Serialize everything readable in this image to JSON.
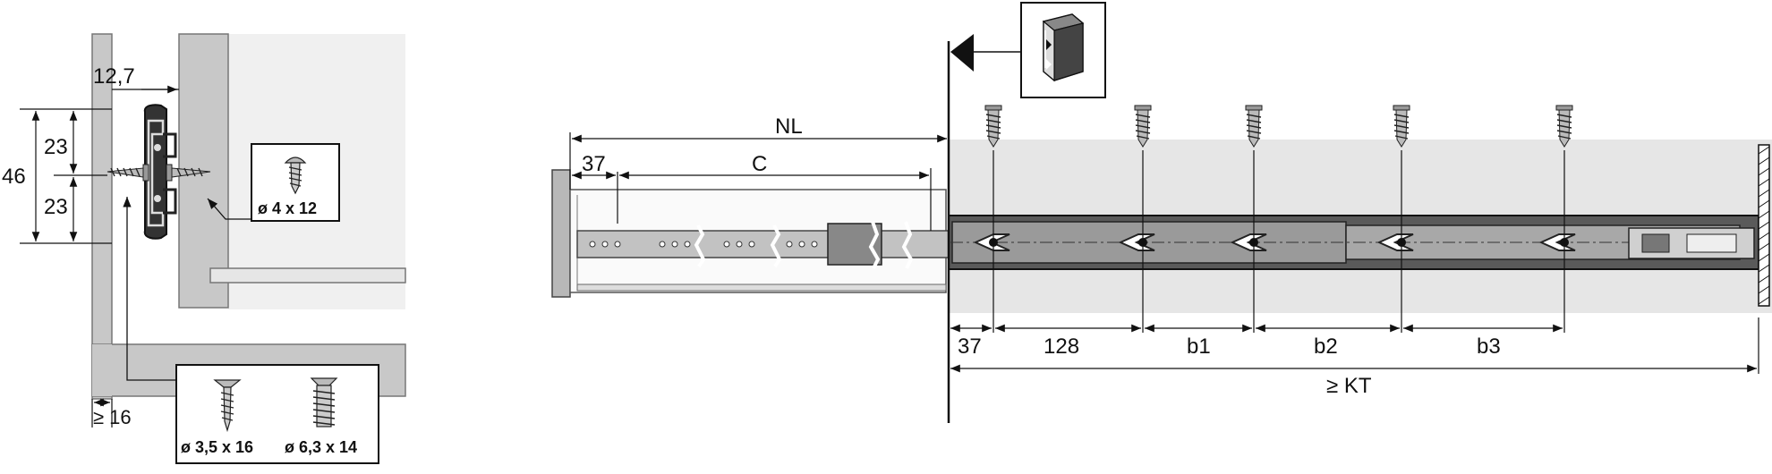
{
  "left_detail": {
    "dim_gap": "12,7",
    "dim_total": "46",
    "dim_upper": "23",
    "dim_lower": "23",
    "dim_min_side": "≥ 16",
    "screw_top_label": "ø 4 x 12",
    "screw_bottom_label_1": "ø 3,5 x 16",
    "screw_bottom_label_2": "ø 6,3 x 14"
  },
  "right_detail": {
    "dim_nl": "NL",
    "dim_c": "C",
    "dim_front_37": "37",
    "dim_rail_37": "37",
    "dim_128": "128",
    "dim_b1": "b1",
    "dim_b2": "b2",
    "dim_b3": "b3",
    "dim_kt": "≥ KT"
  }
}
